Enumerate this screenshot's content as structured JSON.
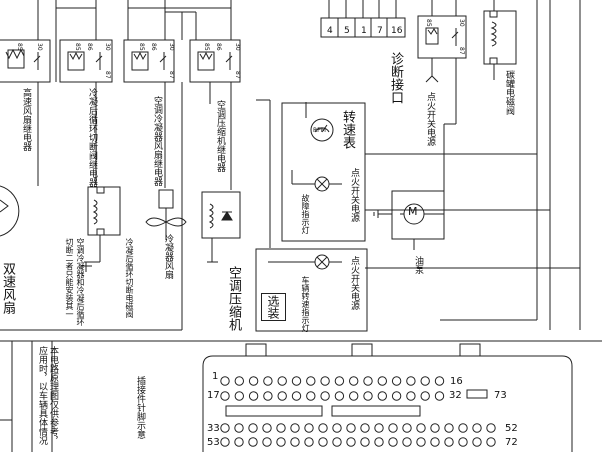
{
  "labels": {
    "high_fan_relay": "高速风扇继电器",
    "cond_fan_cutoff_relay": "冷凝后循环切断阀继电器",
    "ac_cond_fan_relay": "空调冷凝器风扇继电器",
    "ac_compressor_relay": "空调压缩机继电器",
    "cond_after_cutoff_valve": "冷凝后循环切断电磁阀",
    "cond_fan_motor": "冷凝器风扇",
    "ac_compressor": "空调压缩机",
    "note_cond": "空调冷凝器和冷凝后循环切断二者只能安装其一",
    "tachometer": "转速表",
    "ignition_power_1": "点火开关电源",
    "fault_lamp": "故障指示灯",
    "ignition_power_2": "点火开关电源",
    "vehicle_speed_lamp": "车辆转速指示灯",
    "optional_tag": "选装",
    "diag_port": "诊断接口",
    "ignition_power_3": "点火开关电源",
    "fuel_pump": "油泵",
    "canister_valve": "碳罐电磁阀",
    "dual_fan": "双速风扇",
    "ecu_connector": "插接件针脚示意",
    "footnote": "本电路原理图仅供参考，应用时，以车辆具体情况"
  },
  "icons": {
    "rpm_text": "RPM",
    "motor_text": "M"
  },
  "diag_pins": [
    "4",
    "5",
    "1",
    "7",
    "16"
  ],
  "relay_pins": {
    "p85": "85",
    "p86": "86",
    "p30": "30",
    "p87": "87"
  },
  "ecu": {
    "row1_start": "1",
    "row1_end": "16",
    "row2_start": "17",
    "row2_end": "32",
    "row2_extra": "73",
    "row3_start": "33",
    "row3_end": "52",
    "row4_start": "53",
    "row4_end": "72"
  }
}
